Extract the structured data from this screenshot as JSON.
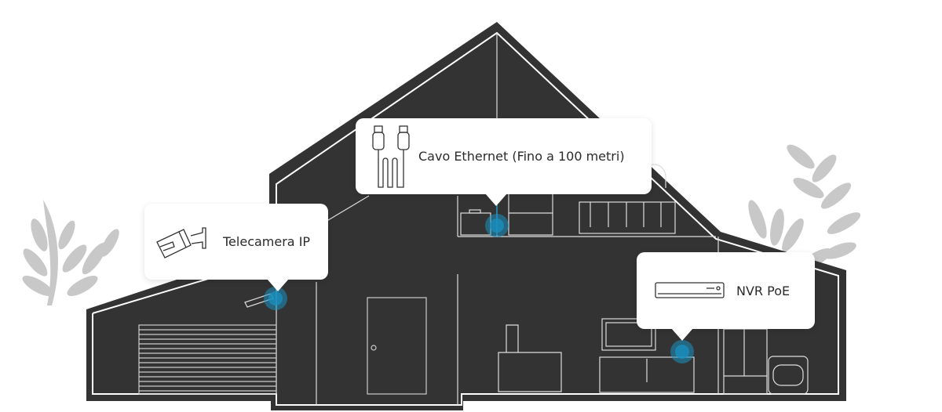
{
  "colors": {
    "house": "#333333",
    "line": "#ffffff",
    "plant": "#c8c8c8",
    "marker": "#1a8fbf"
  },
  "callouts": [
    {
      "id": "ethernet",
      "label": "Cavo Ethernet (Fino a 100 metri)",
      "icon": "ethernet-cable-icon"
    },
    {
      "id": "camera",
      "label": "Telecamera IP",
      "icon": "ip-camera-icon"
    },
    {
      "id": "nvr",
      "label": "NVR PoE",
      "icon": "nvr-recorder-icon"
    }
  ]
}
